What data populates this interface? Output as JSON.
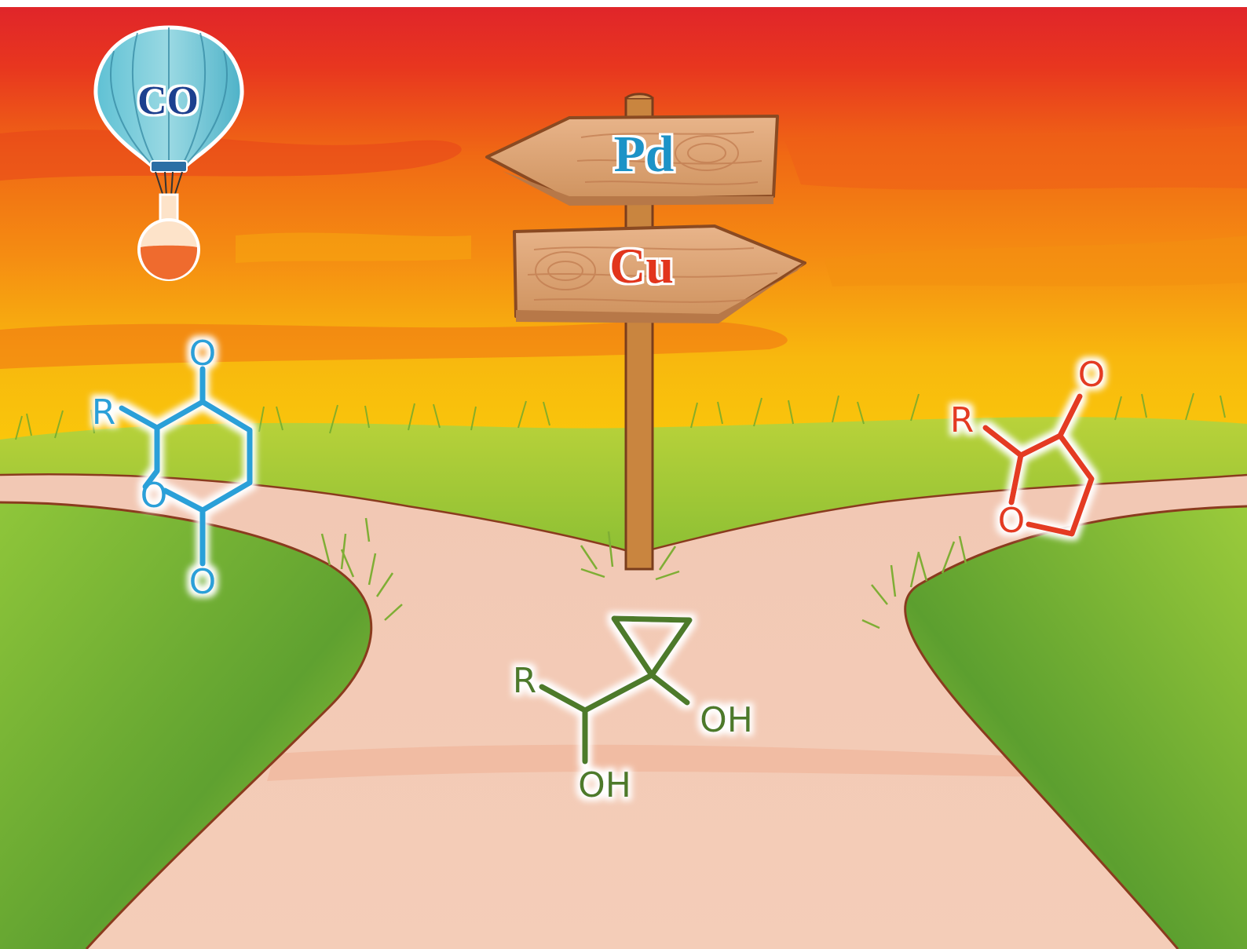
{
  "balloon": {
    "label": "CO",
    "icon": "hot-air-balloon-icon",
    "flask_icon": "round-bottom-flask-icon"
  },
  "signpost": {
    "top_sign": "Pd",
    "bottom_sign": "Cu"
  },
  "molecules": {
    "dione": {
      "r": "R",
      "ring_o": "O",
      "top_o": "O",
      "bottom_o": "O"
    },
    "furanone": {
      "r": "R",
      "ring_o": "O",
      "carbonyl_o": "O"
    },
    "cyclopropanediol": {
      "r": "R",
      "oh_right": "OH",
      "oh_bottom": "OH"
    }
  },
  "colors": {
    "pd": "#1f93c7",
    "cu": "#e2341d",
    "dione": "#2aa0d8",
    "furanone": "#e43a22",
    "diol": "#4e7a2c",
    "co_text": "#1d3f8f"
  }
}
